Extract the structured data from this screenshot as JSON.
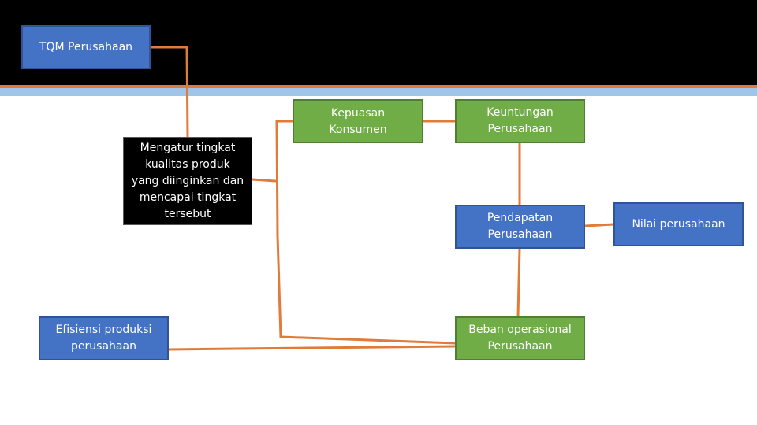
{
  "diagram": {
    "nodes": {
      "tqm": "TQM Perusahaan",
      "mengatur": "Mengatur tingkat\nkualitas produk\nyang diinginkan dan\nmencapai tingkat\ntersebut",
      "efisiensi": "Efisiensi produksi\nperusahaan",
      "kepuasan": "Kepuasan\nKonsumen",
      "keuntungan": "Keuntungan\nPerusahaan",
      "pendapatan": "Pendapatan\nPerusahaan",
      "beban": "Beban operasional\nPerusahaan",
      "nilai": "Nilai perusahaan"
    },
    "colors": {
      "blue": "#4472c4",
      "green": "#70ad47",
      "black": "#000000",
      "connector": "#e07b39",
      "accent_stripe": "#9fc5e8"
    }
  }
}
